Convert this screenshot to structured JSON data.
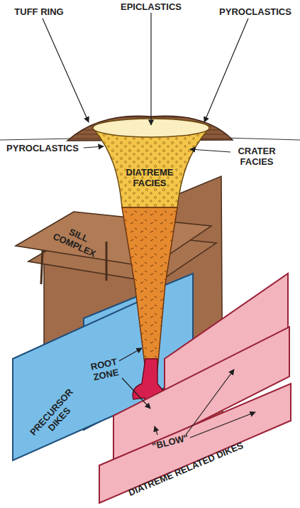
{
  "diagram": {
    "labels": [
      "TUFF RING",
      "EPICLASTICS",
      "PYROCLASTICS",
      "PYROCLASTICS",
      "CRATER FACIES",
      "DIATREME FACIES",
      "SILL COMPLEX",
      "PRECURSOR DIKES",
      "ROOT ZONE",
      "\"BLOW\"",
      "DIATREME RELATED DIKES"
    ]
  }
}
